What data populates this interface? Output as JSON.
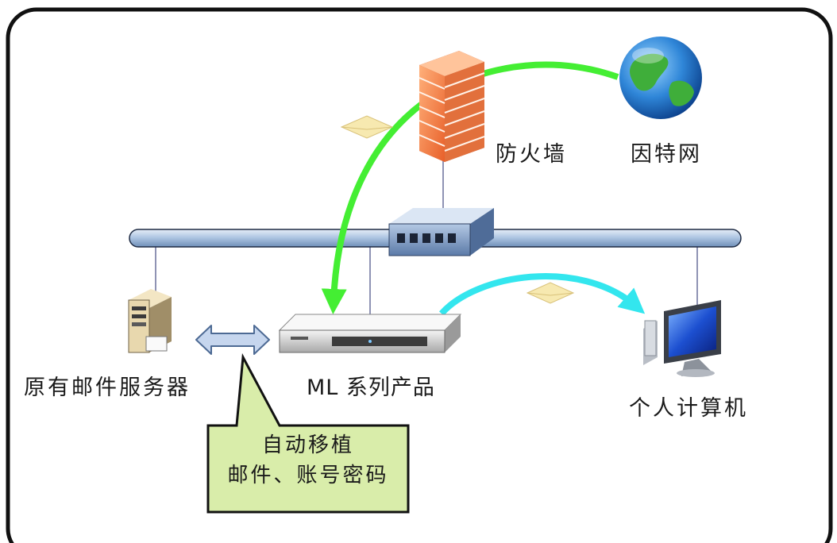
{
  "nodes": {
    "firewall": {
      "label": "防火墙",
      "icon": "firewall-icon"
    },
    "internet": {
      "label": "因特网",
      "icon": "globe-icon"
    },
    "legacy_mail_server": {
      "label": "原有邮件服务器",
      "icon": "server-icon"
    },
    "ml_product": {
      "label": "ML 系列产品",
      "icon": "rack-appliance-icon"
    },
    "personal_computer": {
      "label": "个人计算机",
      "icon": "computer-icon"
    },
    "switch": {
      "icon": "network-switch-icon"
    }
  },
  "callout": {
    "line1": "自动移植",
    "line2": "邮件、账号密码"
  },
  "colors": {
    "frame_border": "#111111",
    "network_bus": "#b8cde6",
    "internet_flow": "#44ee33",
    "pc_flow": "#33e6ee",
    "callout_fill": "#d9edaa",
    "migration_arrow": "#c6d6ee"
  }
}
